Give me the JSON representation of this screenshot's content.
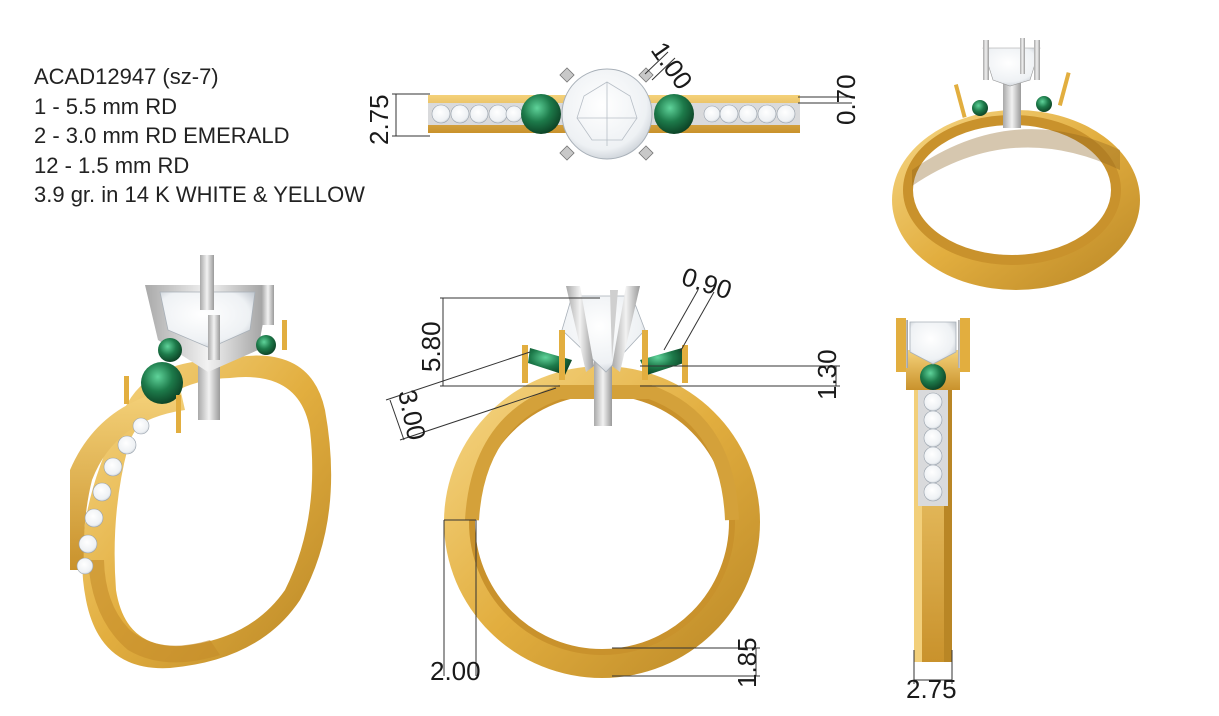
{
  "specs": {
    "model": "ACAD12947 (sz-7)",
    "line1": "1 - 5.5 mm RD",
    "line2": "2 - 3.0 mm RD EMERALD",
    "line3": "12 - 1.5 mm RD",
    "line4": "3.9 gr.  in 14 K WHITE & YELLOW"
  },
  "dimensions": {
    "top_prong": "1.00",
    "top_width": "2.75",
    "top_band": "0.70",
    "front_height": "5.80",
    "front_emerald": "3.00",
    "front_prong": "0.90",
    "front_seat": "1.30",
    "front_shank_width": "2.00",
    "front_shank_bottom": "1.85",
    "side_width": "2.75"
  },
  "colors": {
    "gold": "#e6b444",
    "gold_dark": "#b98625",
    "white_gold": "#dcdcdc",
    "emerald": "#1d7a4a",
    "diamond": "#f4f6f8"
  }
}
